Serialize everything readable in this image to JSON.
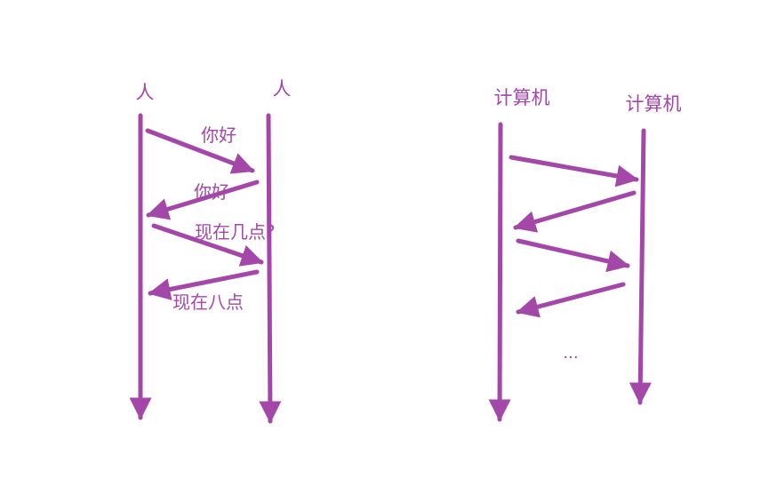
{
  "colors": {
    "stroke": "#a347a8"
  },
  "left_panel": {
    "participant_a": "人",
    "participant_b": "人",
    "messages": [
      {
        "text": "你好"
      },
      {
        "text": "你好"
      },
      {
        "text": "现在几点?"
      },
      {
        "text": "现在八点"
      }
    ]
  },
  "right_panel": {
    "participant_a": "计算机",
    "participant_b": "计算机",
    "continuation": "..."
  }
}
